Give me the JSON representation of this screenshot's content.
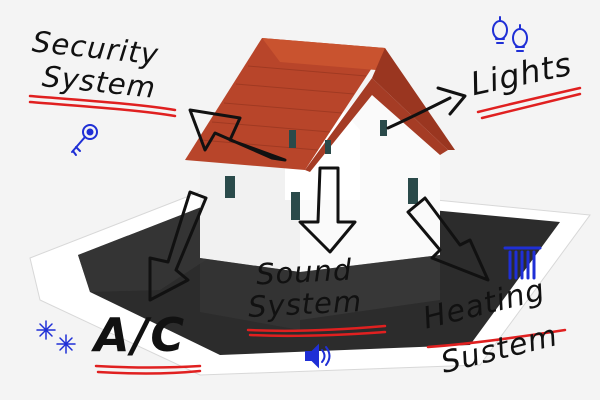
{
  "labels": {
    "security_line1": "Security",
    "security_line2": "System",
    "lights": "Lights",
    "sound_line1": "Sound",
    "sound_line2": "System",
    "heating_line1": "Heating",
    "heating_line2": "Sustem",
    "ac": "A/C"
  },
  "icons": {
    "key": "key-icon",
    "bulbs": "light-bulbs-icon",
    "speaker": "speaker-icon",
    "radiator": "radiator-icon",
    "snowflakes": "snowflake-icon"
  },
  "colors": {
    "background": "#f4f4f4",
    "ink": "#111111",
    "underline": "#e02020",
    "icon_blue": "#1f2fd6",
    "roof": "#b8452a",
    "wall": "#fafafa",
    "window": "#2a4a4a",
    "tablet": "#ffffff",
    "tablet_screen": "#2c2c2c"
  }
}
